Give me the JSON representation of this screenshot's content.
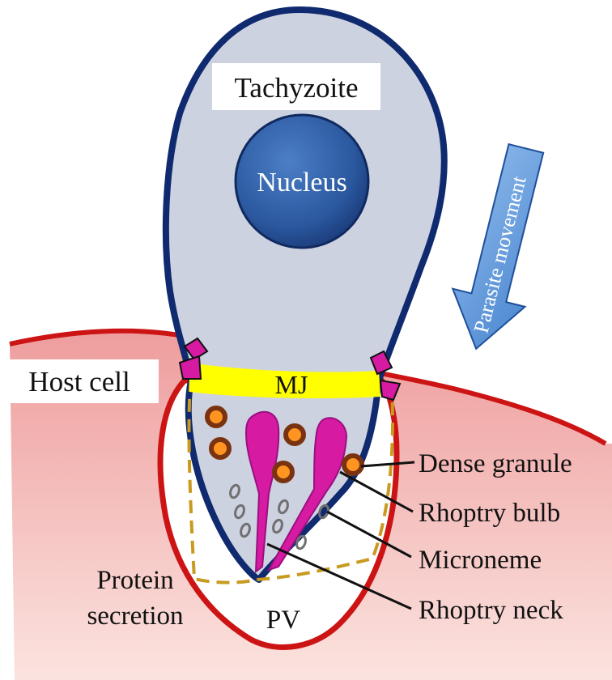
{
  "labels": {
    "tachyzoite": "Tachyzoite",
    "nucleus": "Nucleus",
    "parasite_movement": "Parasite movement",
    "host_cell": "Host cell",
    "mj": "MJ",
    "dense_granule": "Dense granule",
    "rhoptry_bulb": "Rhoptry bulb",
    "microneme": "Microneme",
    "rhoptry_neck": "Rhoptry neck",
    "protein_secretion_1": "Protein",
    "protein_secretion_2": "secretion",
    "pv": "PV"
  },
  "colors": {
    "parasite_fill": "#cdd2e0",
    "parasite_outline": "#0f2a6e",
    "nucleus": "#2e5ea8",
    "host_fill": "#f2b7b6",
    "host_outline": "#cc1414",
    "moving_junction": "#ffff00",
    "rhoptry": "#d61aa2",
    "dense_granule": "#c0551a",
    "pv_membrane": "#c89a20",
    "arrow": "#5b93d6"
  }
}
